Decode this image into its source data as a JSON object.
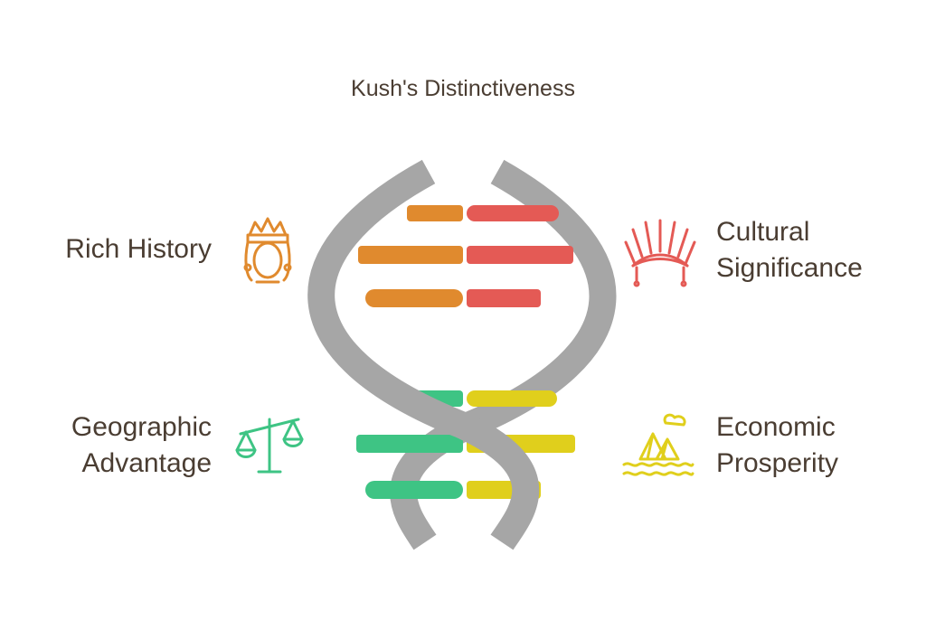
{
  "title": "Kush's Distinctiveness",
  "colors": {
    "strand": "#a6a6a6",
    "orange": "#e08a2e",
    "red": "#e45a55",
    "green": "#3ec484",
    "yellow": "#e0cf1c",
    "text": "#4a3d32"
  },
  "items": {
    "rich_history": {
      "lines": [
        "Rich History"
      ],
      "icon": "queen-face-icon",
      "color": "#e08a2e"
    },
    "cultural_significance": {
      "lines": [
        "Cultural",
        "Significance"
      ],
      "icon": "headdress-icon",
      "color": "#e45a55"
    },
    "geographic_advantage": {
      "lines": [
        "Geographic",
        "Advantage"
      ],
      "icon": "scales-icon",
      "color": "#3ec484"
    },
    "economic_prosperity": {
      "lines": [
        "Economic",
        "Prosperity"
      ],
      "icon": "pyramids-icon",
      "color": "#e0cf1c"
    }
  }
}
